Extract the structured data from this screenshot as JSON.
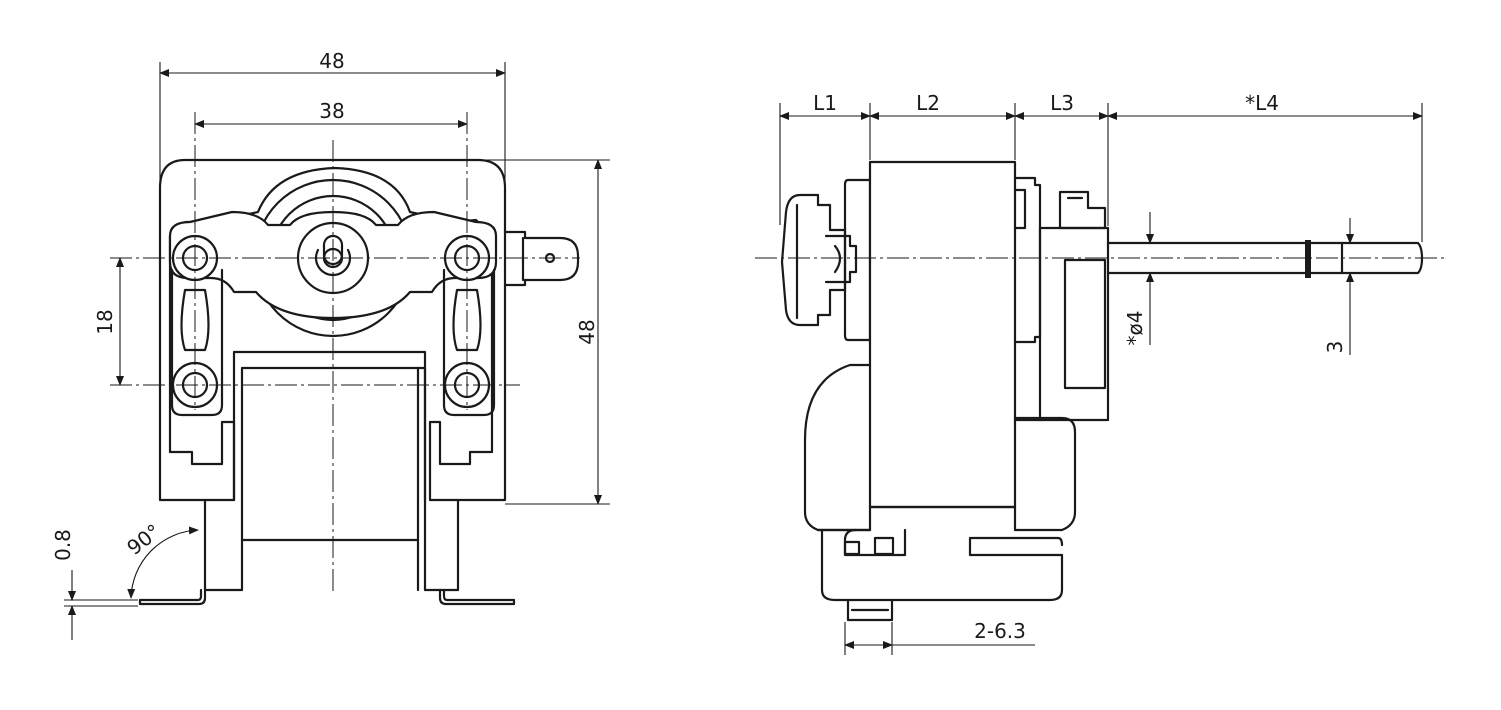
{
  "front_view": {
    "dim_overall_width": "48",
    "dim_hole_spacing": "38",
    "dim_vertical_spacing": "18",
    "dim_overall_height": "48",
    "dim_angle": "90°",
    "dim_thickness": "0.8"
  },
  "side_view": {
    "dim_l1": "L1",
    "dim_l2": "L2",
    "dim_l3": "L3",
    "dim_l4": "*L4",
    "dim_shaft_diameter": "*ø4",
    "dim_shaft_flat": "3",
    "dim_terminal": "2-6.3"
  },
  "colors": {
    "line": "#1a1a1a",
    "background": "#ffffff"
  }
}
